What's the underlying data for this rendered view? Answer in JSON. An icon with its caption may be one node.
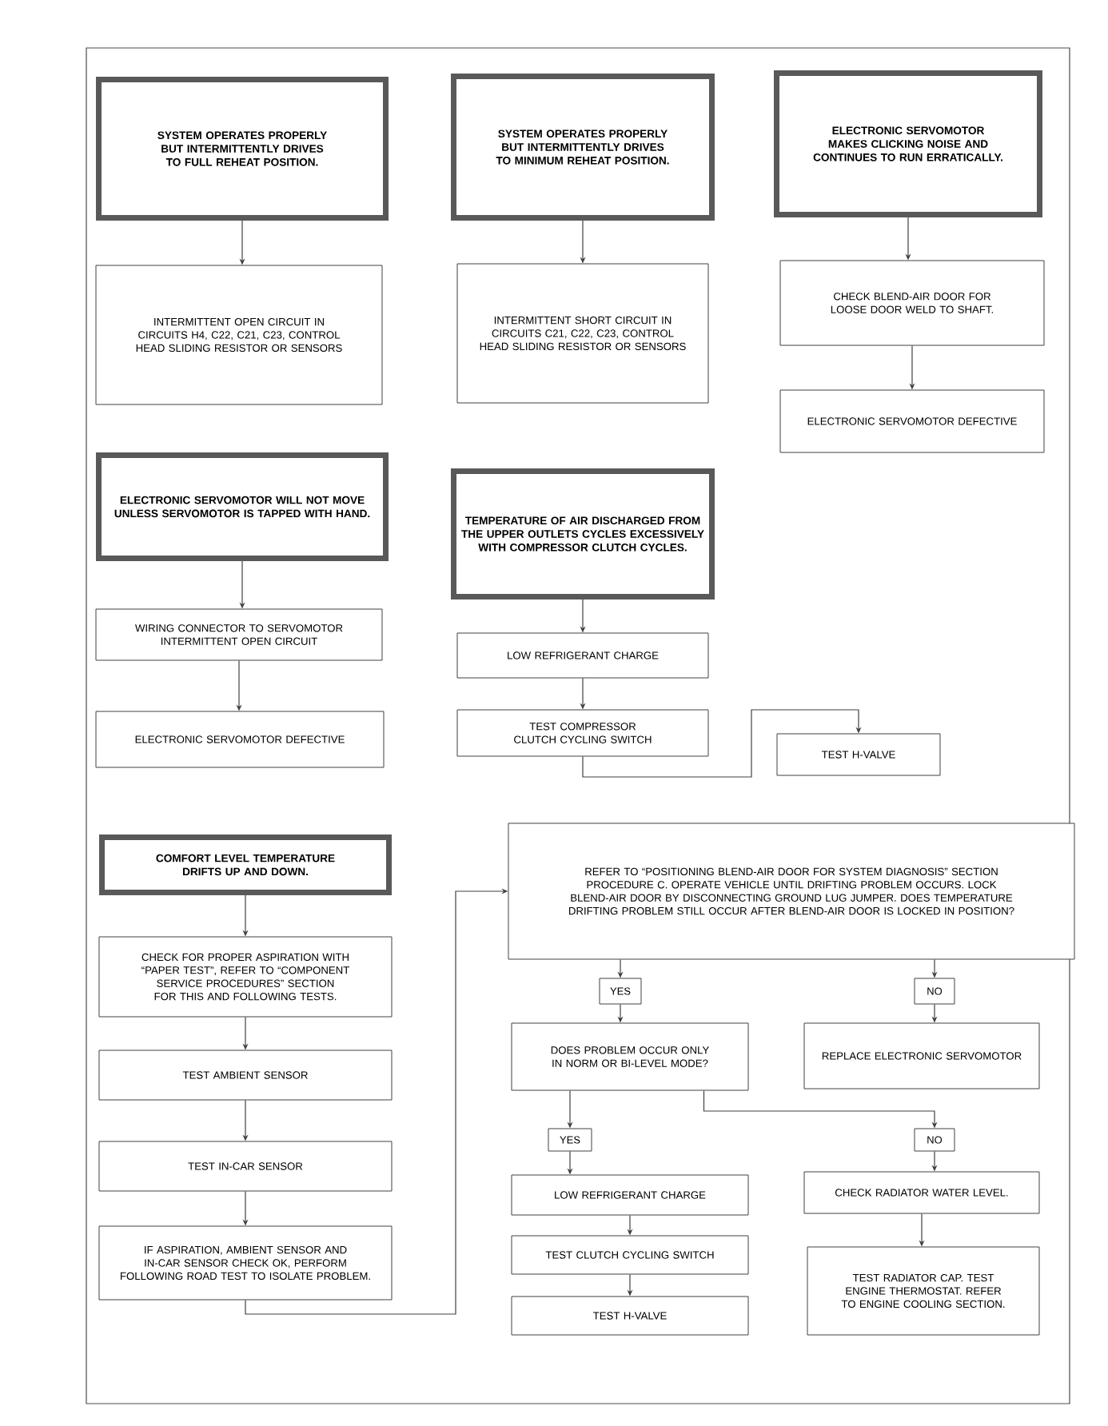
{
  "diagram": {
    "nodes": [
      {
        "text": [
          "SYSTEM OPERATES PROPERLY BUT INTERMITTENTLY DRIVES TO FULL REHEAT POSITION."
        ]
      },
      {
        "text": [
          "INTERMITTENT OPEN CIRCUIT IN CIRCUITS H4, C22, C21, C23, CONTROL HEAD SLIDING RESISTOR OR SENSORS"
        ]
      },
      {
        "text": [
          "SYSTEM OPERATES PROPERLY BUT INTERMITTENTLY DRIVES TO MINIMUM REHEAT POSITION."
        ]
      },
      {
        "text": [
          "INTERMITTENT SHORT CIRCUIT IN CIRCUITS C21, C22, C23, CONTROL HEAD SLIDING RESISTOR OR SENSORS"
        ]
      },
      {
        "text": [
          "ELECTRONIC SERVOMOTOR MAKES CLICKING NOISE AND CONTINUES TO RUN ERRATICALLY."
        ]
      },
      {
        "text": [
          "CHECK BLEND-AIR DOOR FOR LOOSE DOOR WELD TO SHAFT."
        ]
      },
      {
        "text": [
          "ELECTRONIC SERVOMOTOR DEFECTIVE"
        ]
      },
      {
        "text": [
          "ELECTRONIC SERVOMOTOR WILL NOT MOVE UNLESS SERVOMOTOR IS TAPPED WITH HAND."
        ]
      },
      {
        "text": [
          "WIRING CONNECTOR TO SERVOMOTOR INTERMITTENT OPEN CIRCUIT"
        ]
      },
      {
        "text": [
          "ELECTRONIC SERVOMOTOR DEFECTIVE"
        ]
      },
      {
        "text": [
          "TEMPERATURE OF AIR DISCHARGED FROM THE UPPER OUTLETS CYCLES EXCESSIVELY WITH COMPRESSOR CLUTCH CYCLES."
        ]
      },
      {
        "text": [
          "LOW REFRIGERANT CHARGE"
        ]
      },
      {
        "text": [
          "TEST COMPRESSOR CLUTCH CYCLING SWITCH"
        ]
      },
      {
        "text": [
          "TEST H-VALVE"
        ]
      },
      {
        "text": [
          "COMFORT LEVEL TEMPERATURE DRIFTS UP AND DOWN."
        ]
      },
      {
        "text": [
          "CHECK FOR PROPER ASPIRATION WITH “PAPER TEST”, REFER TO “COMPONENT SERVICE PROCEDURES” SECTION FOR THIS AND FOLLOWING TESTS."
        ]
      },
      {
        "text": [
          "TEST AMBIENT SENSOR"
        ]
      },
      {
        "text": [
          "TEST IN-CAR SENSOR"
        ]
      },
      {
        "text": [
          "IF ASPIRATION, AMBIENT SENSOR AND IN-CAR SENSOR CHECK OK, PERFORM FOLLOWING ROAD TEST TO ISOLATE PROBLEM."
        ]
      },
      {
        "text": [
          "REFER TO “POSITIONING BLEND-AIR DOOR FOR SYSTEM DIAGNOSIS” SECTION PROCEDURE C. OPERATE VEHICLE UNTIL DRIFTING PROBLEM OCCURS. LOCK BLEND-AIR DOOR BY DISCONNECTING GROUND LUG JUMPER. DOES TEMPERATURE DRIFTING PROBLEM STILL OCCUR AFTER BLEND-AIR DOOR IS LOCKED IN POSITION?"
        ]
      },
      {
        "text": [
          "YES"
        ]
      },
      {
        "text": [
          "NO"
        ]
      },
      {
        "text": [
          "REPLACE ELECTRONIC SERVOMOTOR"
        ]
      },
      {
        "text": [
          "DOES PROBLEM OCCUR ONLY IN NORM OR BI-LEVEL MODE?"
        ]
      },
      {
        "text": [
          "YES"
        ]
      },
      {
        "text": [
          "NO"
        ]
      },
      {
        "text": [
          "LOW REFRIGERANT CHARGE"
        ]
      },
      {
        "text": [
          "TEST CLUTCH CYCLING SWITCH"
        ]
      },
      {
        "text": [
          "TEST H-VALVE"
        ]
      },
      {
        "text": [
          "CHECK RADIATOR WATER LEVEL."
        ]
      },
      {
        "text": [
          "TEST RADIATOR CAP. TEST ENGINE THERMOSTAT. REFER TO ENGINE COOLING SECTION."
        ]
      }
    ],
    "edges": [
      {
        "from": 0,
        "to": 1,
        "arrow": "to"
      },
      {
        "from": 2,
        "to": 3,
        "arrow": "to"
      },
      {
        "from": 4,
        "to": 5,
        "arrow": "to"
      },
      {
        "from": 5,
        "to": 6,
        "arrow": "to"
      },
      {
        "from": 7,
        "to": 8,
        "arrow": "to"
      },
      {
        "from": 8,
        "to": 9,
        "arrow": "to"
      },
      {
        "from": 10,
        "to": 11,
        "arrow": "to"
      },
      {
        "from": 11,
        "to": 12,
        "arrow": "to"
      },
      {
        "from": 12,
        "to": 13,
        "arrow": "to"
      },
      {
        "from": 14,
        "to": 15,
        "arrow": "to"
      },
      {
        "from": 15,
        "to": 16,
        "arrow": "to"
      },
      {
        "from": 16,
        "to": 17,
        "arrow": "to"
      },
      {
        "from": 17,
        "to": 18,
        "arrow": "to"
      },
      {
        "from": 18,
        "to": 19,
        "arrow": "to"
      },
      {
        "from": 19,
        "to": 20,
        "arrow": "to"
      },
      {
        "from": 20,
        "to": 23,
        "arrow": "to"
      },
      {
        "from": 19,
        "to": 21,
        "arrow": "to"
      },
      {
        "from": 21,
        "to": 22,
        "arrow": "to"
      },
      {
        "from": 23,
        "to": 24,
        "arrow": "to"
      },
      {
        "from": 24,
        "to": 26,
        "arrow": "to"
      },
      {
        "from": 23,
        "to": 25,
        "arrow": "to"
      },
      {
        "from": 25,
        "to": 29,
        "arrow": "to"
      },
      {
        "from": 26,
        "to": 27,
        "arrow": "to"
      },
      {
        "from": 27,
        "to": 28,
        "arrow": "to"
      },
      {
        "from": 29,
        "to": 30,
        "arrow": "to"
      }
    ]
  }
}
